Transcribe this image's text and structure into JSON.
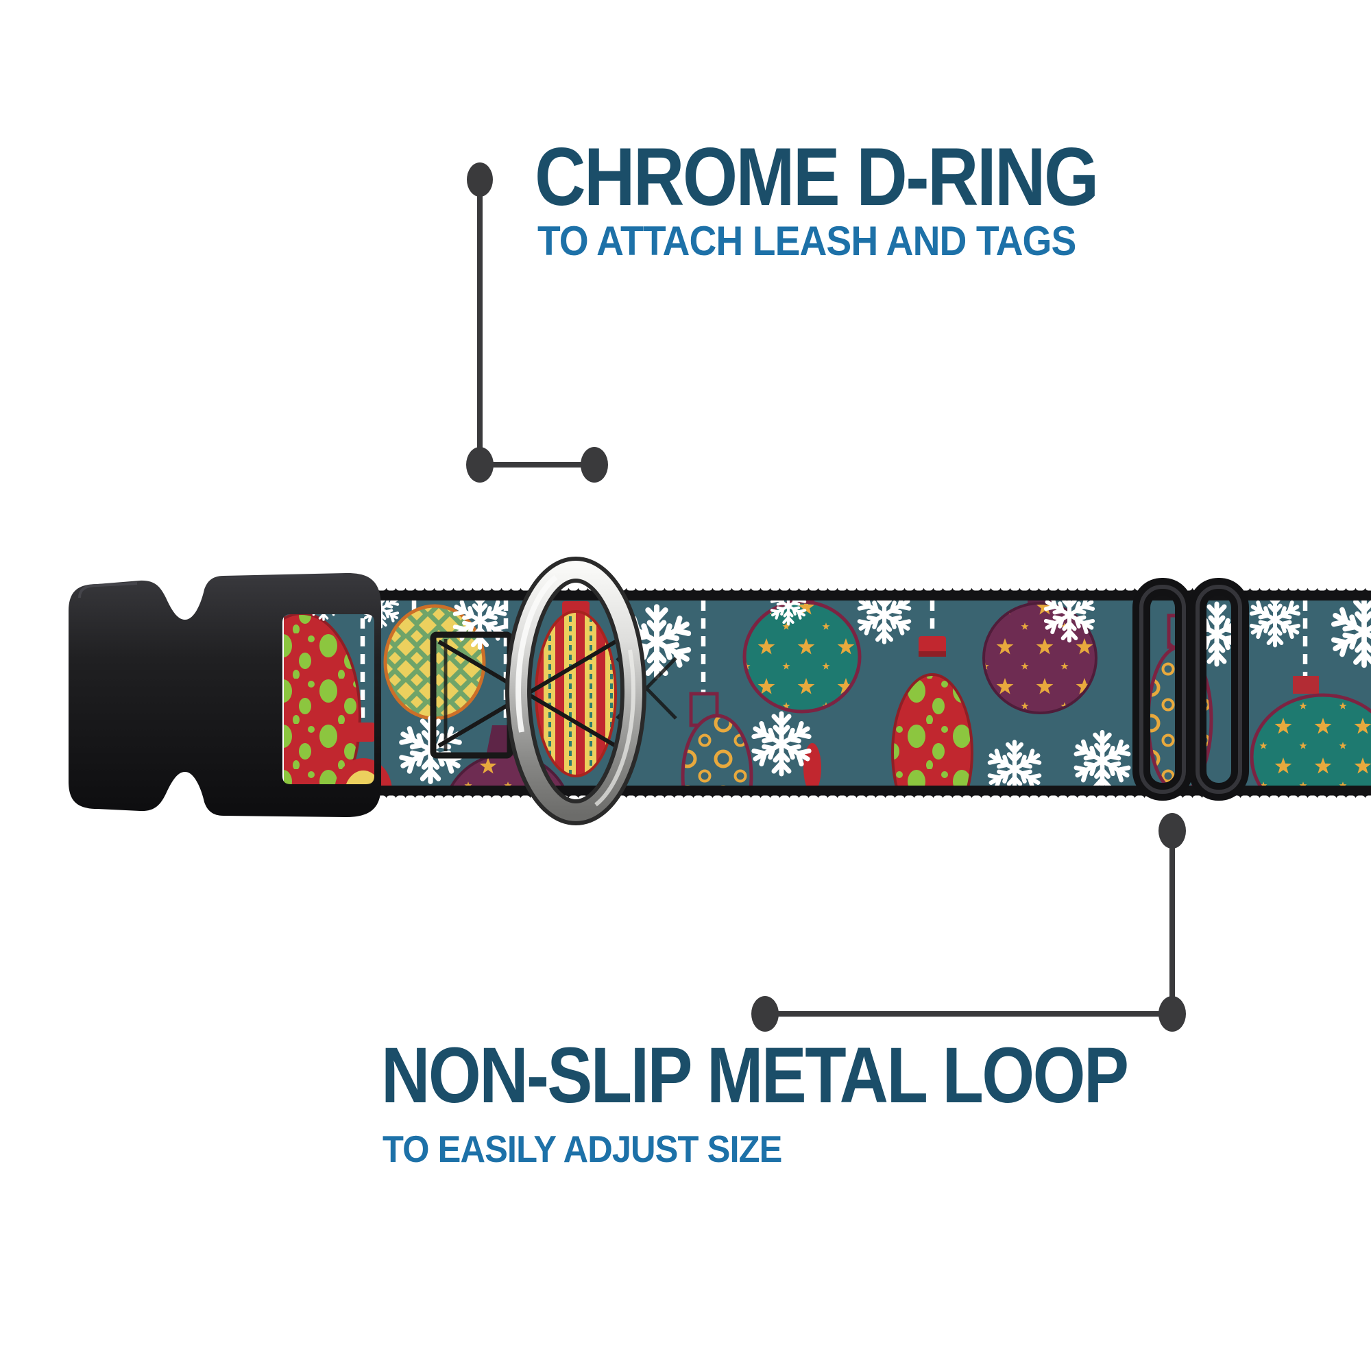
{
  "callouts": {
    "top": {
      "title": "CHROME D-RING",
      "subtitle": "TO ATTACH LEASH AND TAGS",
      "points_to": "chrome D-ring on collar"
    },
    "bottom": {
      "title": "NON-SLIP METAL LOOP",
      "subtitle": "TO EASILY ADJUST SIZE",
      "points_to": "adjuster loop on collar"
    }
  },
  "colors": {
    "title_color": "#1b4e69",
    "subtitle_color": "#1d71a8",
    "callout_line": "#3a3a3c",
    "webbing_teal": "#3a6471",
    "ornament_red": "#c1272f",
    "ornament_green": "#8cc63f",
    "ornament_yellow": "#ecd05e",
    "ornament_teal": "#1e7a70",
    "ornament_purple": "#6e2c52",
    "ornament_maroon": "#7c2342",
    "ornament_gold": "#e8a93d",
    "snowflake": "#ffffff",
    "hardware_black": "#121214",
    "chrome_silver": "#c9c9c7"
  }
}
